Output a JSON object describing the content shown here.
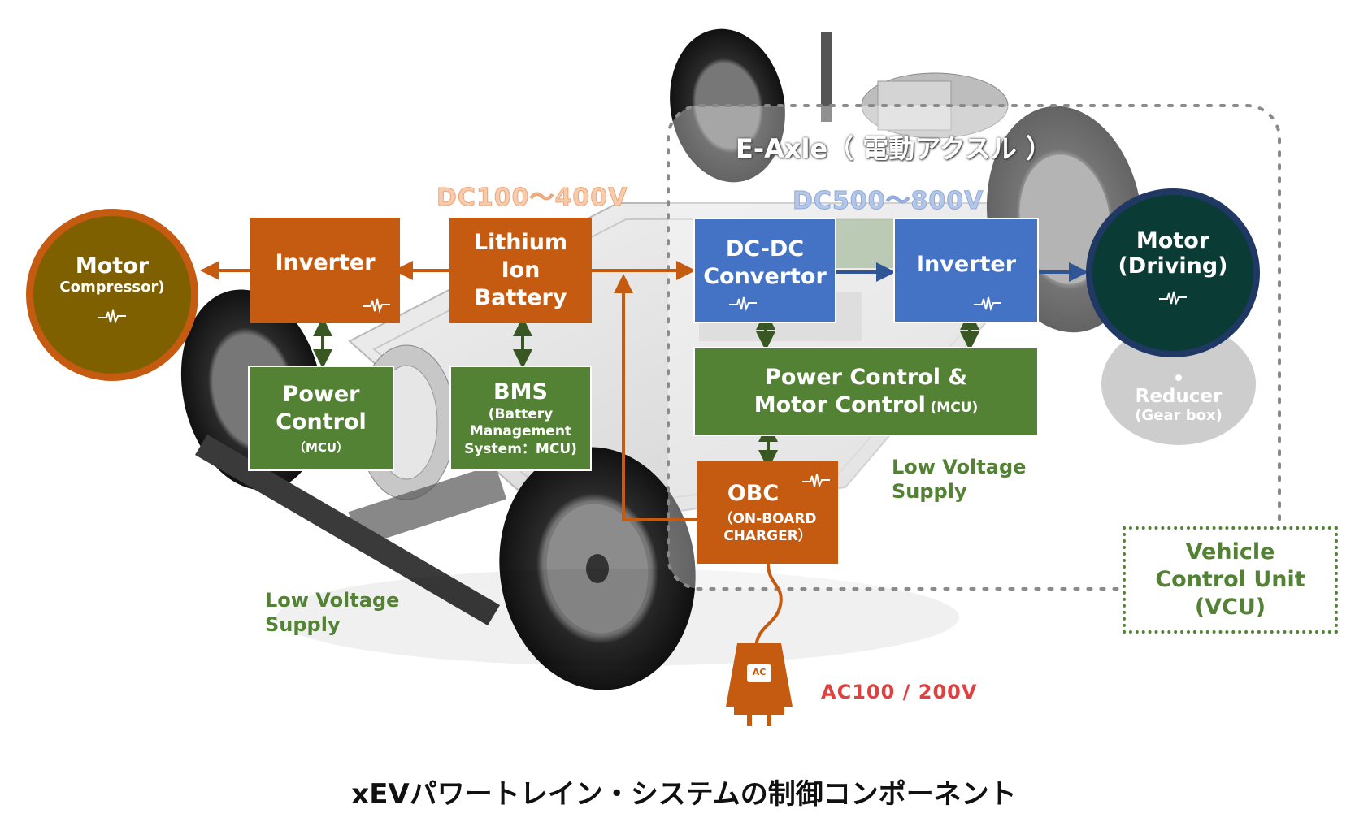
{
  "caption": "xEVパワートレイン・システムの制御コンポーネント",
  "e_axle_label": "E-Axle（ 電動アクスル ）",
  "voltage_labels": {
    "dc_low": "DC100～400V",
    "dc_high": "DC500～800V",
    "ac": "AC100 / 200V"
  },
  "low_voltage_supply": {
    "line1": "Low Voltage",
    "line2": "Supply"
  },
  "motor_compressor": {
    "title": "Motor",
    "subtitle": "Compressor)"
  },
  "inverter_left": {
    "label": "Inverter"
  },
  "lithium_battery": {
    "line1": "Lithium",
    "line2": "Ion",
    "line3": "Battery"
  },
  "power_control": {
    "line1": "Power",
    "line2": "Control",
    "line3": "（MCU）"
  },
  "bms": {
    "title": "BMS",
    "line1": "(Battery",
    "line2": "Management",
    "line3": "System：MCU)"
  },
  "dcdc": {
    "line1": "DC-DC",
    "line2": "Convertor"
  },
  "inverter_right": {
    "label": "Inverter"
  },
  "power_motor_control": {
    "line1": "Power Control &",
    "line2": "Motor Control",
    "line2_suffix": "(MCU)"
  },
  "obc": {
    "title": "OBC",
    "line1": "（ON-BOARD",
    "line2": "CHARGER）"
  },
  "motor_driving": {
    "line1": "Motor",
    "line2": "(Driving)"
  },
  "reducer": {
    "line1": "Reducer",
    "line2": "(Gear box)"
  },
  "vcu": {
    "line1": "Vehicle",
    "line2": "Control Unit",
    "line3": "(VCU)"
  },
  "plug": {
    "label": "AC"
  },
  "colors": {
    "orange": "#c55a11",
    "green": "#548235",
    "blue": "#4472c4",
    "motor_compressor": "#7f6000",
    "motor_driving": "#0b3b35",
    "motor_driving_ring": "#203864"
  }
}
